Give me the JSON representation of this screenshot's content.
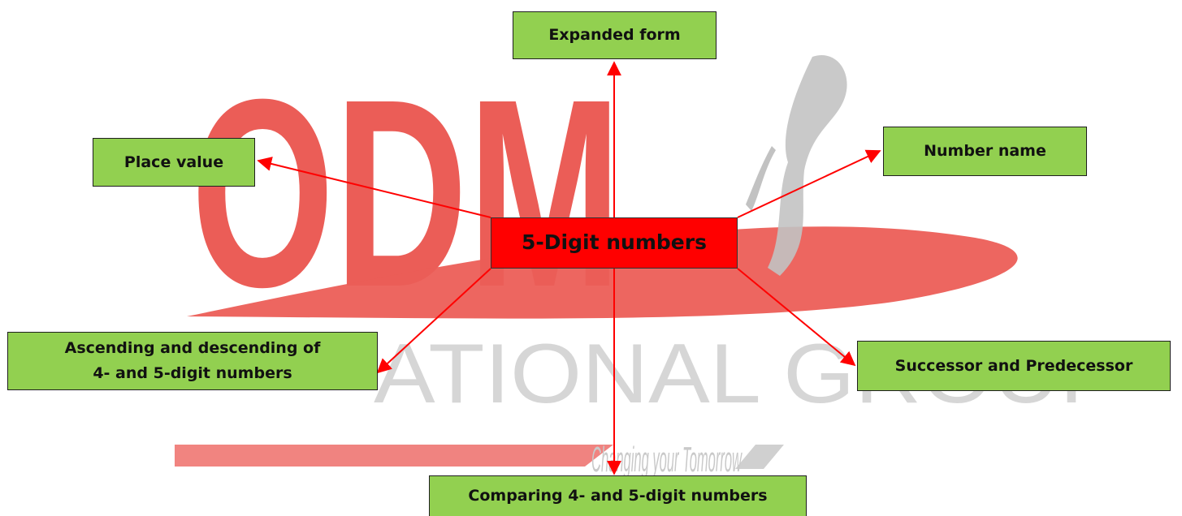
{
  "diagram": {
    "center": {
      "label": "5-Digit numbers"
    },
    "nodes": {
      "expanded_form": "Expanded form",
      "place_value": "Place value",
      "number_name": "Number name",
      "ascending_line1": "Ascending and descending of",
      "ascending_line2": "4- and 5-digit numbers",
      "successor_predecessor": "Successor and Predecessor",
      "comparing": "Comparing 4- and 5-digit numbers"
    },
    "colors": {
      "node_fill": "#92d050",
      "center_fill": "#ff0000",
      "arrow": "#ff0000",
      "border": "#1f1f1f"
    }
  },
  "watermark": {
    "logo_text": "ODM",
    "group_text": "ATIONAL GROUP",
    "tagline": "Changing your Tomorrow",
    "colors": {
      "logo": "#e53935",
      "text": "#c8c8c8"
    }
  }
}
